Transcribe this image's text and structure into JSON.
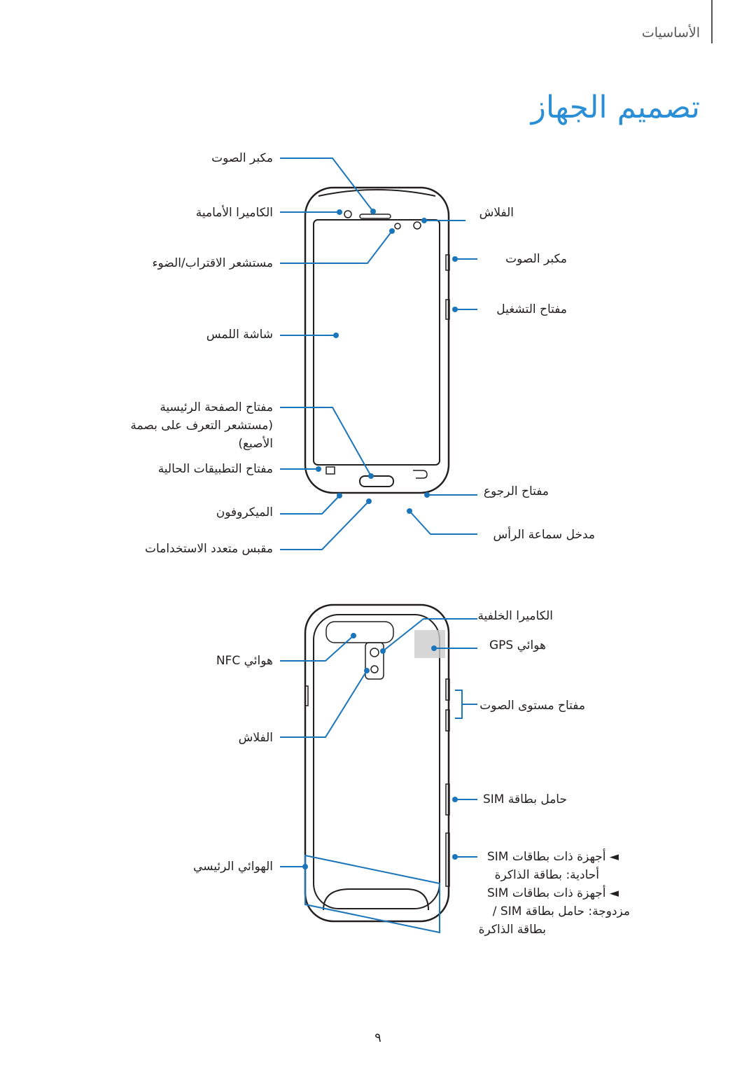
{
  "header": {
    "section": "الأساسيات",
    "title": "تصميم الجهاز"
  },
  "front": {
    "left_labels": [
      "مكبر الصوت",
      "الكاميرا الأمامية",
      "مستشعر الاقتراب/الضوء",
      "شاشة اللمس",
      "مفتاح الصفحة الرئيسية",
      "(مستشعر التعرف على بصمة",
      "الأصبع)",
      "مفتاح التطبيقات الحالية",
      "الميكروفون",
      "مقبس متعدد الاستخدامات"
    ],
    "right_labels": [
      "الفلاش",
      "مكبر الصوت",
      "مفتاح التشغيل",
      "مفتاح الرجوع",
      "مدخل سماعة الرأس"
    ]
  },
  "back": {
    "left_labels": [
      "هوائي NFC",
      "الفلاش",
      "الهوائي الرئيسي"
    ],
    "right_labels": [
      "الكاميرا الخلفية",
      "هوائي GPS",
      "مفتاح مستوى الصوت",
      "حامل بطاقة SIM",
      "◄ أجهزة ذات بطاقات SIM",
      "أحادية: بطاقة الذاكرة",
      "◄ أجهزة ذات بطاقات SIM",
      "مزدوجة: حامل بطاقة SIM /",
      "بطاقة الذاكرة"
    ]
  },
  "footer": {
    "page_number": "٩"
  },
  "colors": {
    "accent": "#2a8fd6",
    "callout_line": "#1b75bb",
    "device_outline": "#231f20"
  }
}
